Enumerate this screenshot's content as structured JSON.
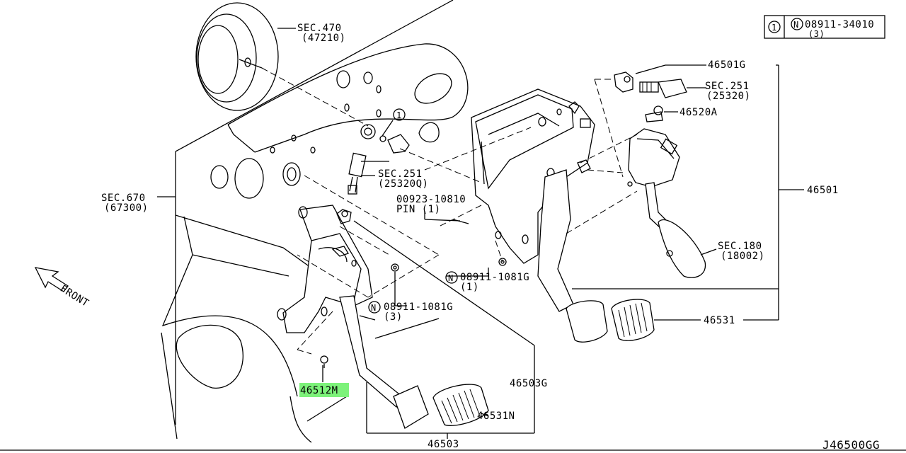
{
  "diagram_id": "J46500GG",
  "legend": {
    "index": "1",
    "nut_symbol": "N",
    "part": "08911-34010",
    "qty": "(3)"
  },
  "front_label": "FRONT",
  "callouts": {
    "sec470": "SEC.470",
    "sec470_sub": "(47210)",
    "sec670": "SEC.670",
    "sec670_sub": "(67300)",
    "sec251_a": "SEC.251",
    "sec251_a_sub": "(25320Q)",
    "pin_part": "00923-10810",
    "pin_label": "PIN (1)",
    "nut_lower": "08911-1081G",
    "nut_lower_qty": "(3)",
    "nut_upper": "08911-1081G",
    "nut_upper_qty": "(1)",
    "p46501G": "46501G",
    "sec251_b": "SEC.251",
    "sec251_b_sub": "(25320)",
    "p46520A": "46520A",
    "p46501": "46501",
    "sec180": "SEC.180",
    "sec180_sub": "(18002)",
    "p46531": "46531",
    "p46503G": "46503G",
    "p46531N": "46531N",
    "p46503": "46503",
    "p46512M": "46512M",
    "circle_one": "1",
    "nut_mark": "N"
  },
  "highlight_color": "#7df27a"
}
